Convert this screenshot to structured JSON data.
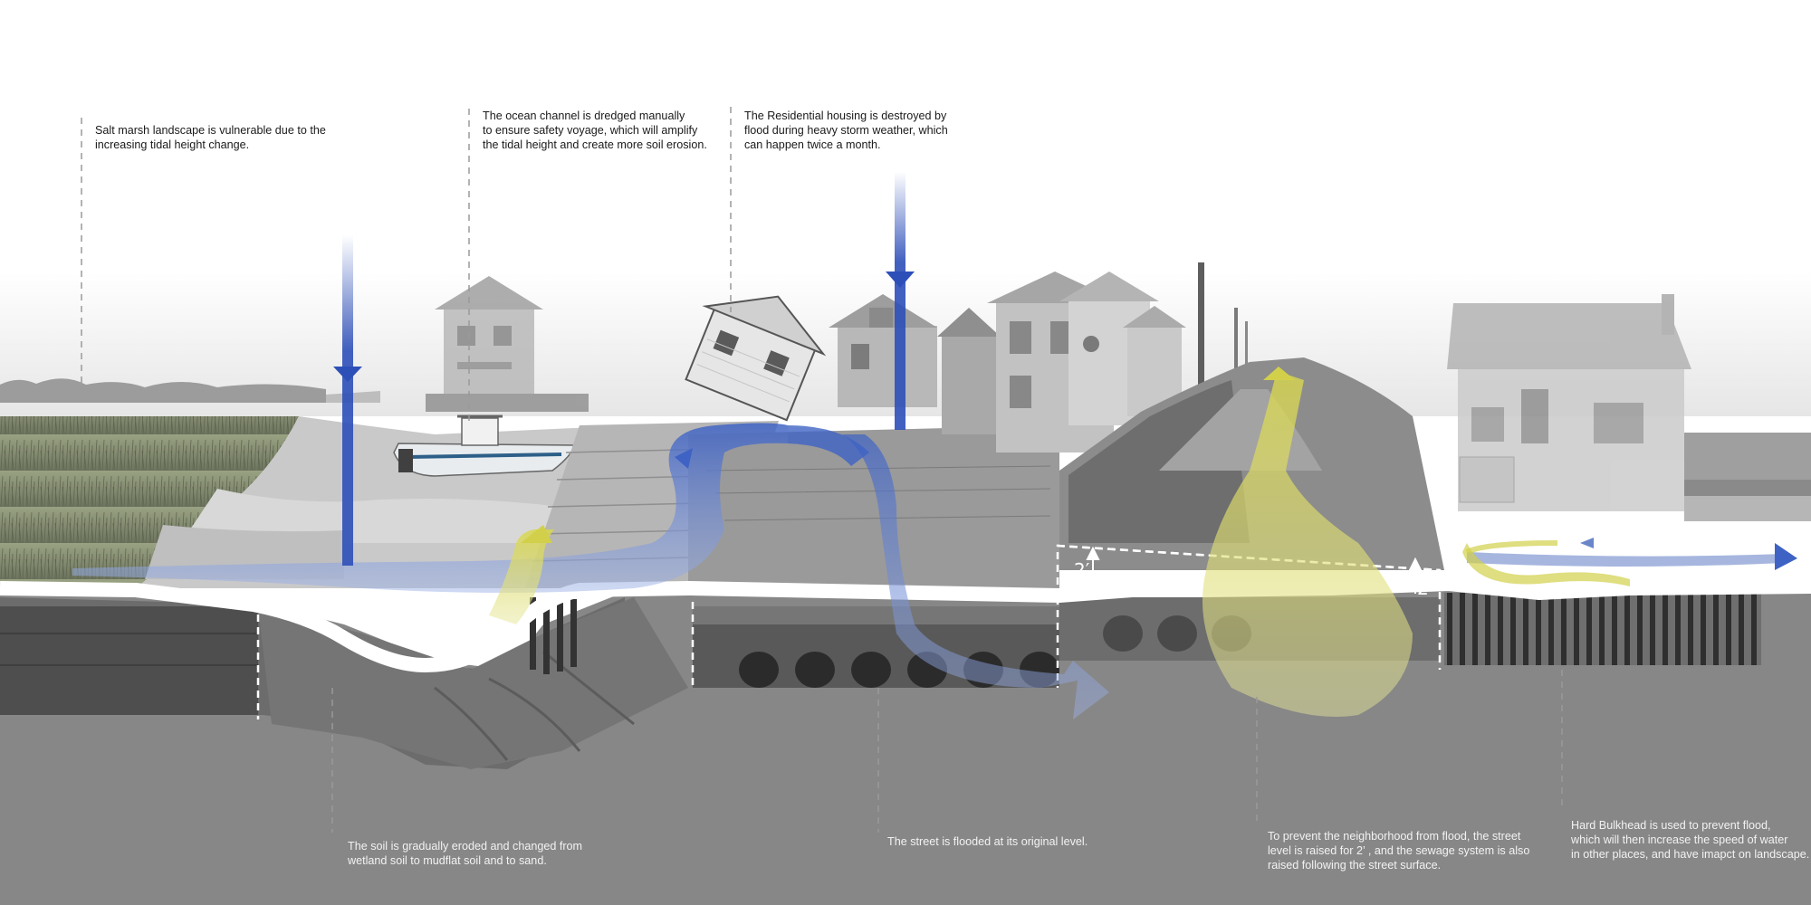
{
  "annotations": {
    "salt_marsh": "Salt marsh landscape is vulnerable due to the\nincreasing tidal height change.",
    "ocean_channel": "The ocean channel is dredged manually\nto ensure safety voyage, which will amplify\nthe tidal height and create more soil erosion.",
    "residential": "The Residential housing is destroyed by\nflood during heavy storm weather, which\ncan happen twice a month.",
    "soil": "The soil is gradually eroded and changed from\nwetland soil to mudflat soil and to sand.",
    "street_flooded": "The street is flooded at its original level.",
    "street_raised": "To prevent the neighborhood from flood, the street\nlevel is raised for 2’ , and the sewage system is also\nraised following the street surface.",
    "bulkhead": "Hard Bulkhead is used to prevent flood,\nwhich will then increase the speed of water\nin other places, and have imapct on landscape."
  },
  "dimensions": {
    "left_raise": "2′",
    "right_raise": "2′"
  },
  "colors": {
    "water_flow": "#3f63c4",
    "sediment_flow": "#d2d04a",
    "ground": "#878787",
    "marsh_grass": "#8f9876"
  },
  "icons": [
    "boat-icon",
    "tilted-house-icon",
    "house-icon",
    "utility-pole-icon",
    "sewer-pipe-icon",
    "bulkhead-piling-icon"
  ]
}
